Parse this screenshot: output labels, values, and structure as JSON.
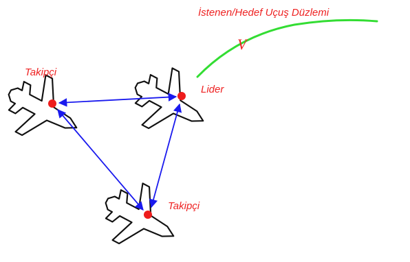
{
  "labels": {
    "desired_path": "İstenen/Hedef Uçuş Düzlemi",
    "velocity": "V",
    "leader": "Lider",
    "follower_left": "Takipçi",
    "follower_bottom": "Takipçi"
  },
  "colors": {
    "label": "#ee2222",
    "path": "#33dd33",
    "link": "#1a1aee",
    "node": "#ee1c1c",
    "aircraft_outline": "#111111"
  },
  "icons": {
    "aircraft": "plane-icon",
    "node": "node-dot-icon"
  }
}
